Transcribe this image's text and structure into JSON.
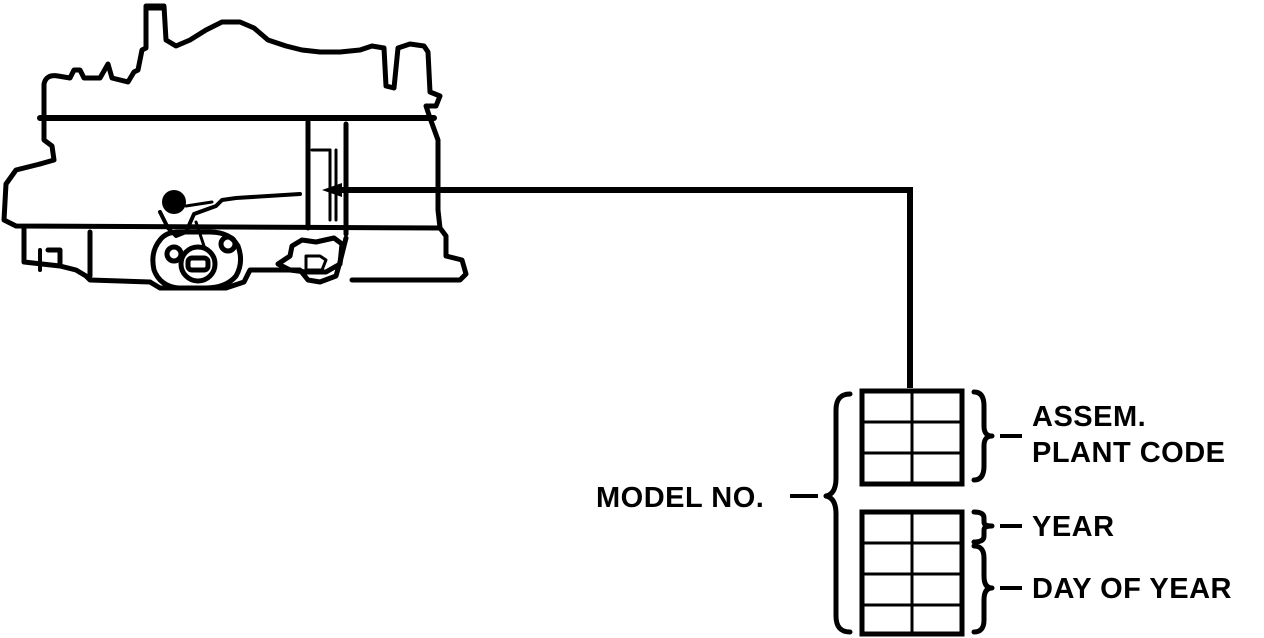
{
  "diagram": {
    "labels": {
      "assem": "ASSEM.",
      "plant_code": "PLANT CODE",
      "model_no": "MODEL NO.",
      "year": "YEAR",
      "day_of_year": "DAY OF YEAR"
    },
    "colors": {
      "ink": "#000000",
      "paper": "#ffffff"
    }
  }
}
